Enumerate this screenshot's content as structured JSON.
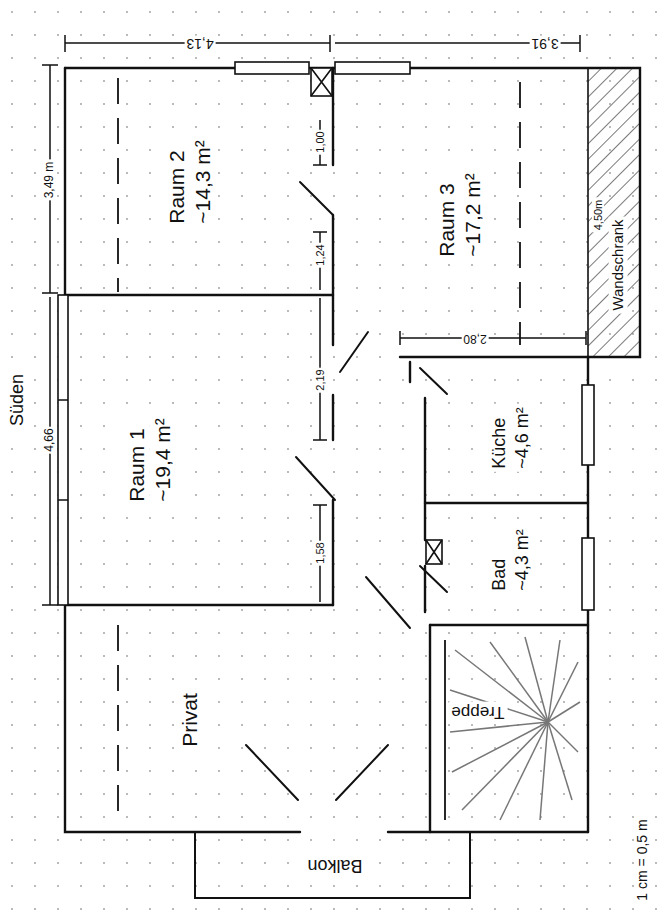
{
  "diagram": {
    "nodes": [
      {
        "text": [
          "Raum 2",
          "~14,3 m²"
        ]
      },
      {
        "text": [
          "Raum 3",
          "~17,2 m²"
        ]
      },
      {
        "text": [
          "Wandschrank"
        ],
        "in": 1
      },
      {
        "text": [
          "Raum 1",
          "~19,4 m²"
        ]
      },
      {
        "text": [
          "Küche",
          "~4,6 m²"
        ]
      },
      {
        "text": [
          "Bad",
          "~4,3 m²"
        ]
      },
      {
        "text": [
          "Privat"
        ]
      },
      {
        "text": [
          "Treppe"
        ]
      },
      {
        "text": [
          "Balkon"
        ]
      }
    ],
    "labels": [
      "4,13",
      "3,91",
      "Süden",
      "3,49 m",
      "4,66",
      "1,00",
      "1,24",
      "2,19",
      "1,58",
      "2,80",
      "4,50m",
      "1 cm = 0,5 m"
    ]
  }
}
